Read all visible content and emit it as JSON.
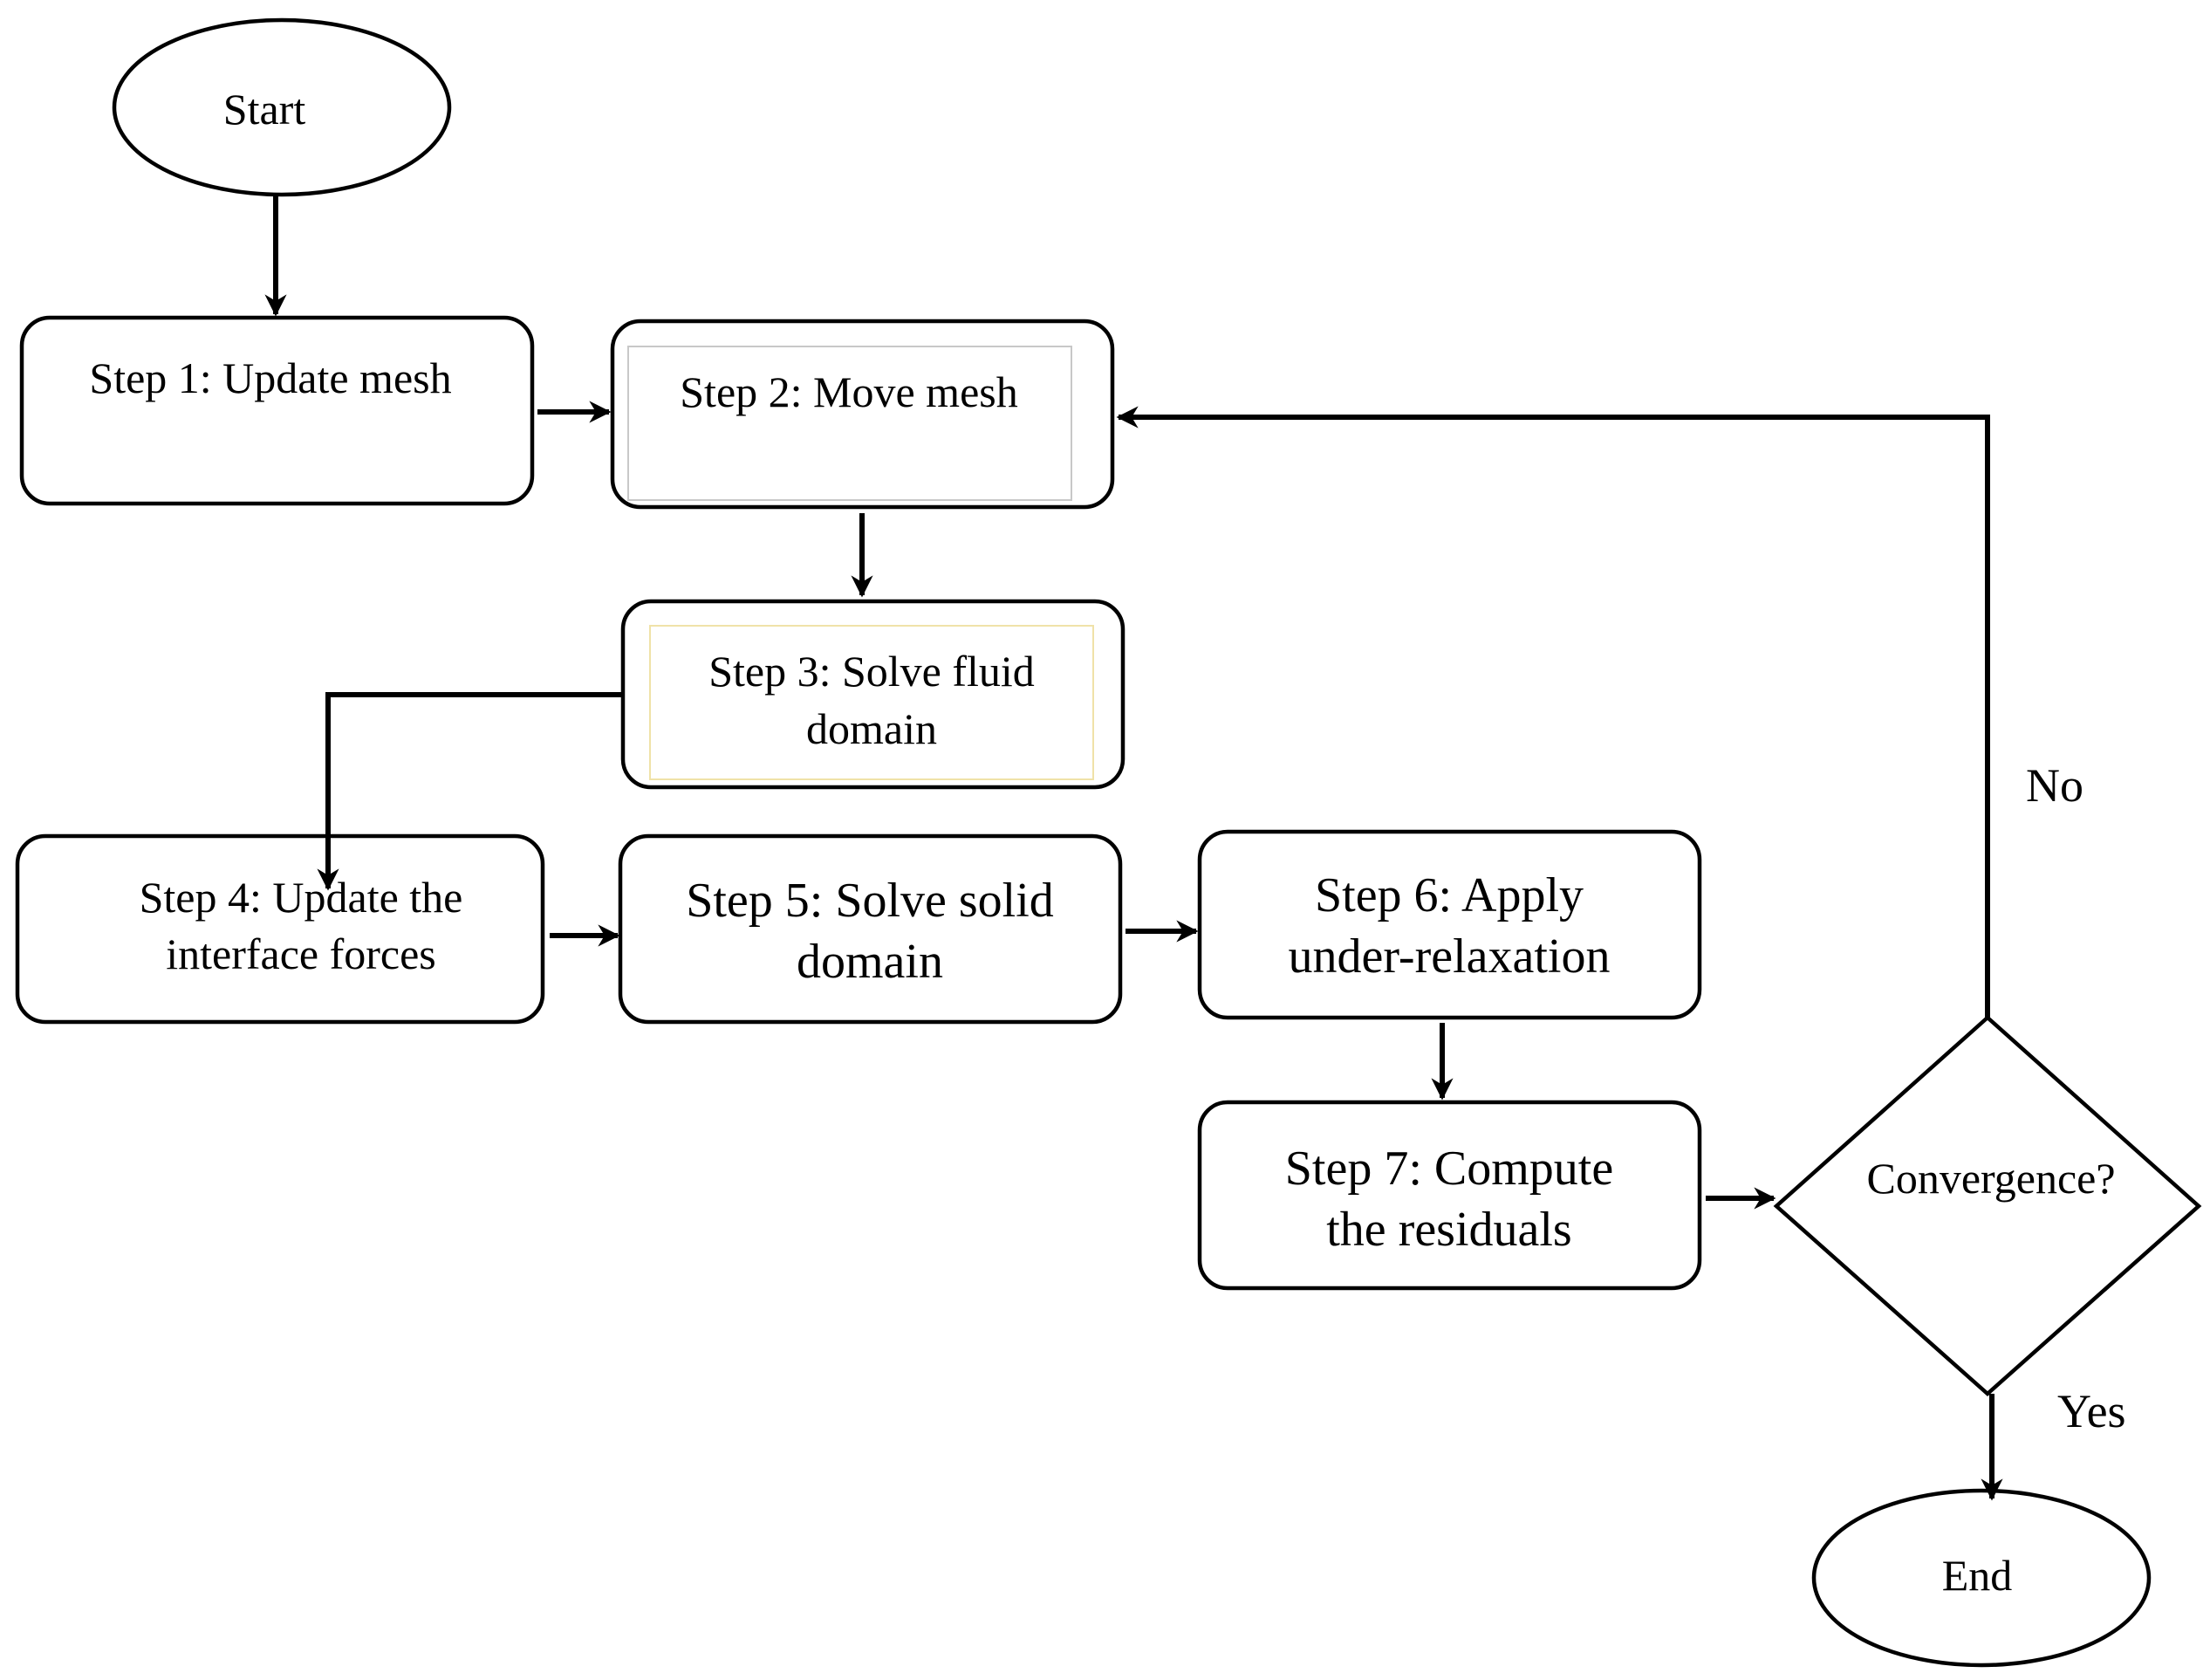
{
  "diagram": {
    "start": "Start",
    "step1": "Step 1: Update mesh",
    "step2": "Step 2: Move mesh",
    "step3": {
      "line1": "Step 3: Solve fluid",
      "line2": "domain"
    },
    "step4": {
      "line1": "Step 4: Update the",
      "line2": "interface forces"
    },
    "step5": {
      "line1": "Step 5: Solve solid",
      "line2": "domain"
    },
    "step6": {
      "line1": "Step 6: Apply",
      "line2": "under-relaxation"
    },
    "step7": {
      "line1": "Step 7: Compute",
      "line2": "the residuals"
    },
    "decision": "Convergence?",
    "no_label": "No",
    "yes_label": "Yes",
    "end": "End"
  }
}
